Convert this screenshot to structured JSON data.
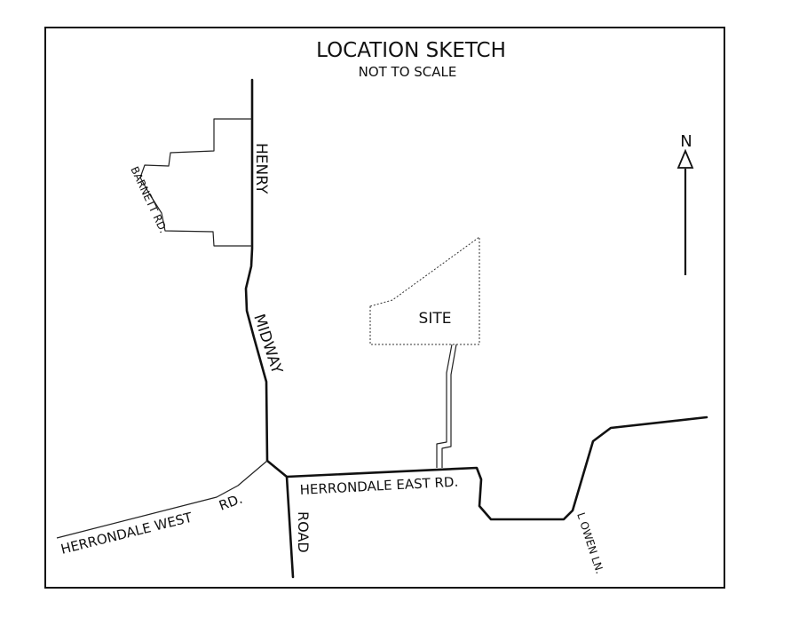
{
  "title": "LOCATION SKETCH",
  "subtitle": "NOT TO SCALE",
  "north_label": "N",
  "roads": {
    "henry": "HENRY",
    "midway": "MIDWAY",
    "road": "ROAD",
    "barnett": "BARNETT RD.",
    "herrondale_west": "HERRONDALE WEST",
    "herrondale_west_rd": "RD.",
    "herrondale_east": "HERRONDALE EAST RD.",
    "owen": "L OWEN LN."
  },
  "site_label": "SITE"
}
